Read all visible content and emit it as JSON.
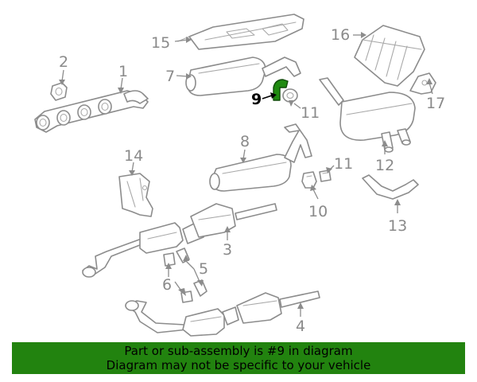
{
  "diagram": {
    "highlighted_part": "9",
    "highlight_color": "#1f8a10",
    "callouts": {
      "c1": "1",
      "c2": "2",
      "c3": "3",
      "c4": "4",
      "c5": "5",
      "c6": "6",
      "c7": "7",
      "c8": "8",
      "c9": "9",
      "c10": "10",
      "c11a": "11",
      "c11b": "11",
      "c12": "12",
      "c13": "13",
      "c14": "14",
      "c15": "15",
      "c16": "16",
      "c17": "17"
    }
  },
  "banner": {
    "background": "#22830f",
    "line1": "Part or sub-assembly is #9 in diagram",
    "line2": "Diagram may not be specific to your vehicle"
  }
}
